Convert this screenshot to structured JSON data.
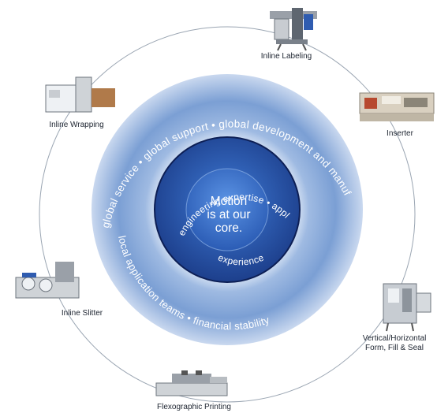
{
  "core": {
    "line1": "Motion",
    "line2": "is at our",
    "line3": "core."
  },
  "inner_ring": {
    "top": "engineering expertise  •  application knowledge",
    "bottom": "experience"
  },
  "outer_ring": {
    "top": "global service  •  global support  •  global development and manufacturing",
    "bottom": "local application teams  •  financial stability"
  },
  "machines": [
    {
      "id": "inline-labeling",
      "label_lines": [
        "Inline Labeling"
      ]
    },
    {
      "id": "inserter",
      "label_lines": [
        "Inserter"
      ]
    },
    {
      "id": "vffs",
      "label_lines": [
        "Vertical/Horizontal",
        "Form, Fill & Seal"
      ]
    },
    {
      "id": "flexographic",
      "label_lines": [
        "Flexographic Printing"
      ]
    },
    {
      "id": "inline-slitter",
      "label_lines": [
        "Inline Slitter"
      ]
    },
    {
      "id": "inline-wrapping",
      "label_lines": [
        "Inline Wrapping"
      ]
    }
  ],
  "colors": {
    "outer_ring": "#7fa3d6",
    "inner_ring": "#2f5cb0",
    "core": "#3a6fc7",
    "orbit": "#9aa5b2"
  }
}
